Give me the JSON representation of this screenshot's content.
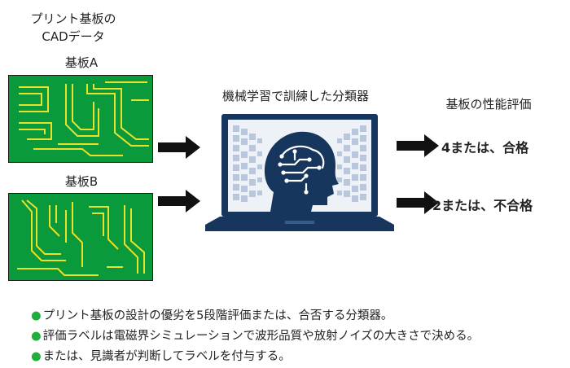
{
  "input": {
    "title_line1": "プリント基板の",
    "title_line2": "CADデータ",
    "board_a_label": "基板A",
    "board_b_label": "基板B"
  },
  "classifier": {
    "title": "機械学習で訓練した分類器"
  },
  "output": {
    "title": "基板の性能評価",
    "result_a": "4または、合格",
    "result_b": "2または、不合格"
  },
  "notes": [
    "プリント基板の設計の優劣を5段階評価または、合否する分類器。",
    "評価ラベルは電磁界シミュレーションで波形品質や放射ノイズの大きさで決める。",
    "または、見識者が判断してラベルを付与する。"
  ],
  "colors": {
    "board_green": "#0a9a3c",
    "trace_yellow": "#e9e22a",
    "dark_navy": "#17365e",
    "bullet_green": "#1eb03a"
  }
}
